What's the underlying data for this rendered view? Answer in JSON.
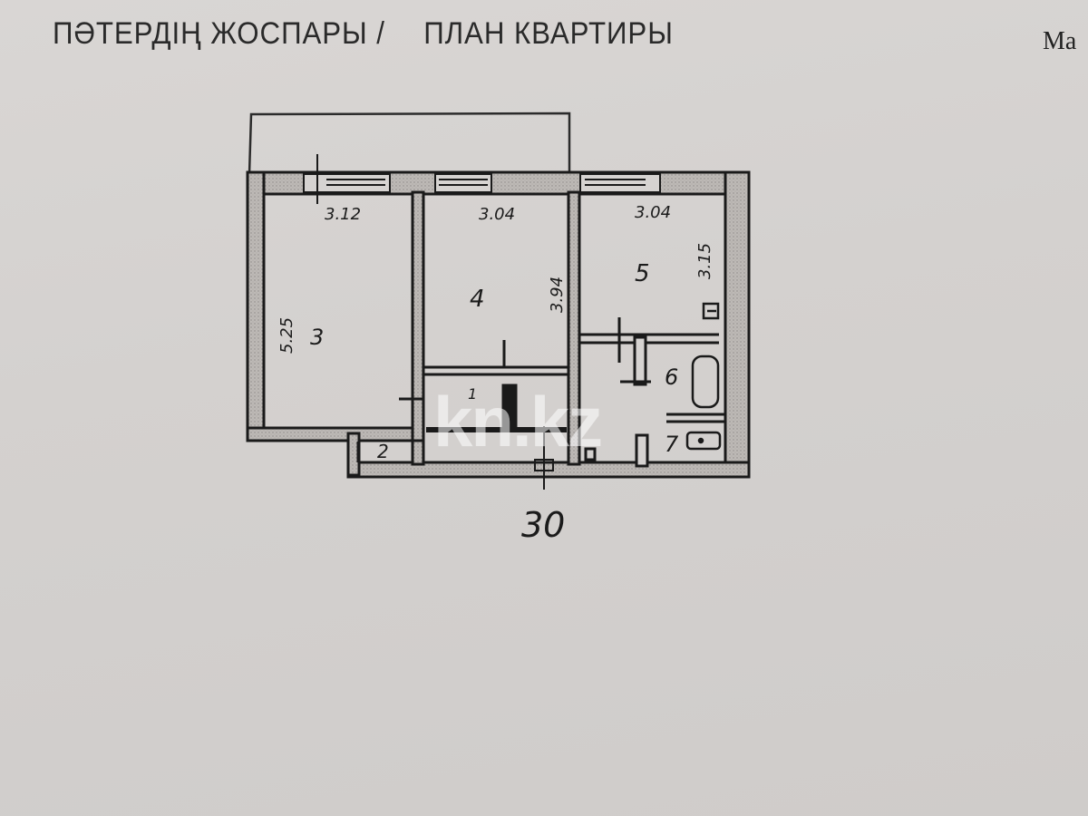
{
  "header": {
    "title_kz": "ПӘТЕРДІҢ ЖОСПАРЫ /",
    "title_ru": "ПЛАН КВАРТИРЫ",
    "corner_text": "Ма"
  },
  "floorplan": {
    "rooms": [
      {
        "id": "1",
        "label": "1"
      },
      {
        "id": "2",
        "label": "2"
      },
      {
        "id": "3",
        "label": "3",
        "width": "3.12",
        "length": "5.25"
      },
      {
        "id": "4",
        "label": "4",
        "width": "3.04",
        "length": "3.94"
      },
      {
        "id": "5",
        "label": "5",
        "width": "3.04",
        "length": "3.15"
      },
      {
        "id": "6",
        "label": "6"
      },
      {
        "id": "7",
        "label": "7"
      }
    ],
    "dimensions": {
      "room3_width": "3.12",
      "room4_width": "3.04",
      "room5_width": "3.04",
      "room3_length": "5.25",
      "room4_length": "3.94",
      "room5_length": "3.15"
    },
    "axis_mark": "30",
    "watermark": "kn.kz"
  }
}
